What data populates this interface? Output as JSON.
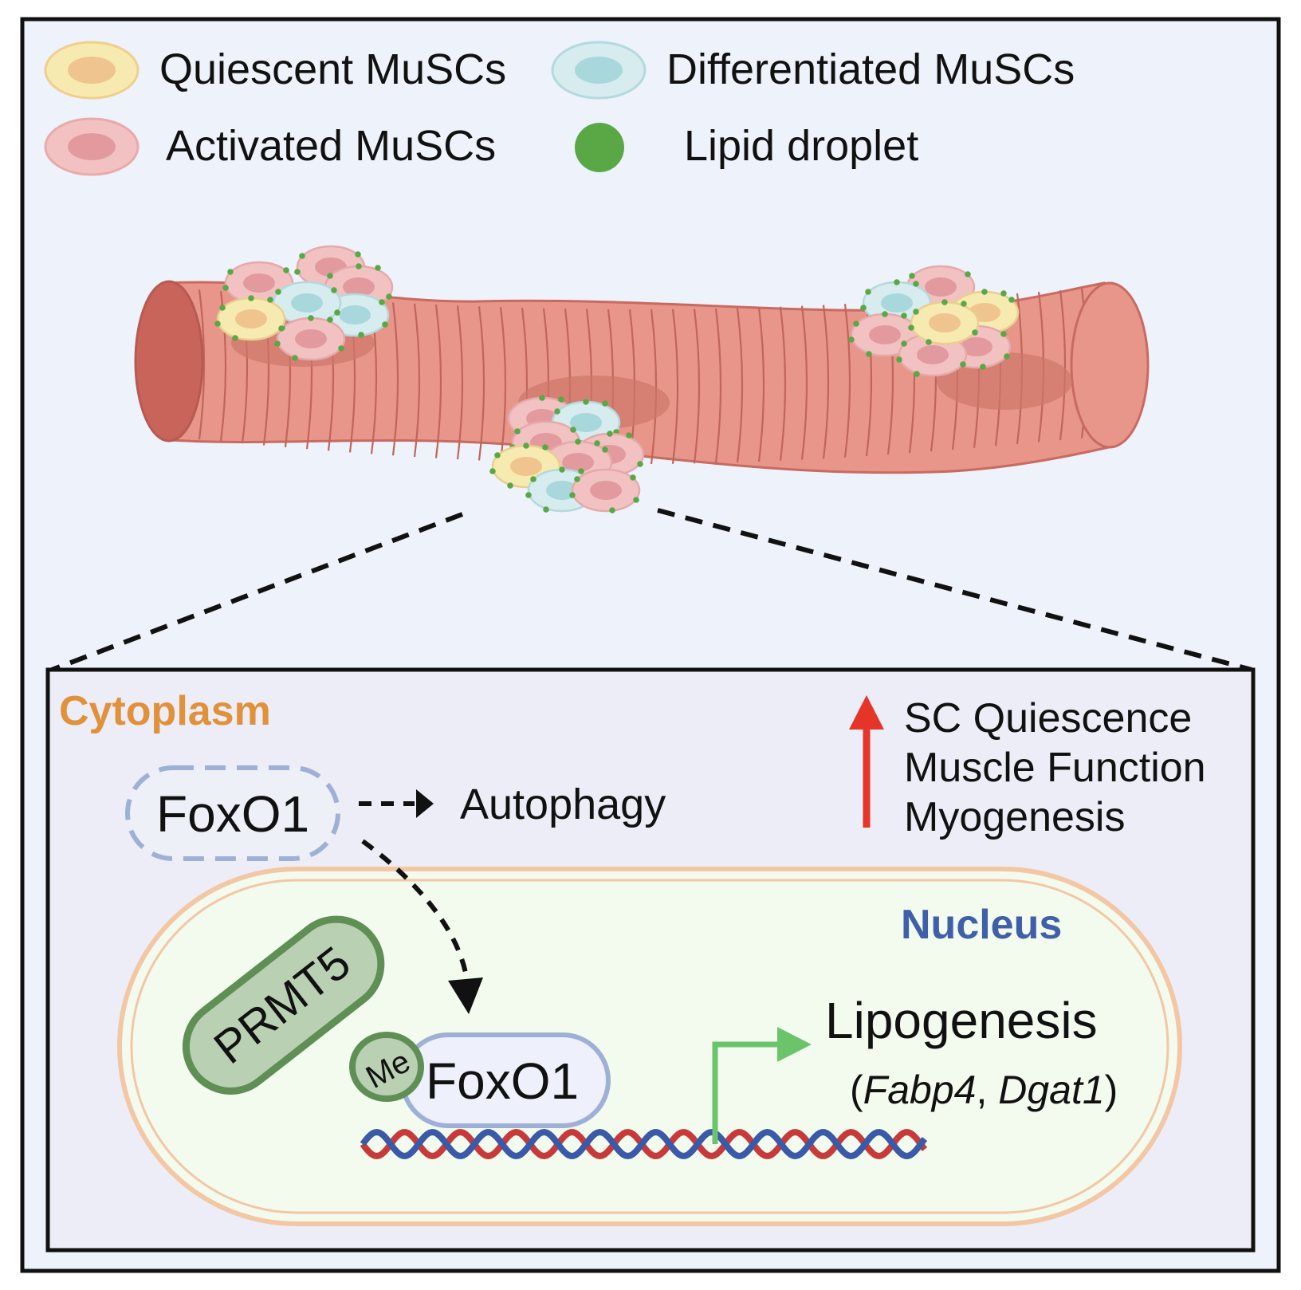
{
  "legend": {
    "quiescent": "Quiescent MuSCs",
    "differentiated": "Differentiated MuSCs",
    "activated": "Activated MuSCs",
    "lipid": "Lipid droplet"
  },
  "colors": {
    "quiescent_fill": "#f7eab0",
    "quiescent_nucleus": "#efc48e",
    "differentiated_fill": "#d6ecee",
    "differentiated_nucleus": "#a8d8dc",
    "activated_fill": "#f2c2c2",
    "activated_nucleus": "#e29a9e",
    "lipid": "#5aa845",
    "muscle": "#e8968a",
    "cytoplasm_label": "#e0913a",
    "nucleus_label": "#3f60a8",
    "up_arrow": "#e53528",
    "promoter_arrow": "#6cc46a"
  },
  "cell": {
    "cytoplasm_label": "Cytoplasm",
    "nucleus_label": "Nucleus",
    "foxo1_cytoplasm": "FoxO1",
    "autophagy": "Autophagy",
    "prmt5": "PRMT5",
    "me": "Me",
    "foxo1_nucleus": "FoxO1",
    "lipogenesis": "Lipogenesis",
    "genes_open": "(",
    "gene1": "Fabp4",
    "gene_sep": ", ",
    "gene2": "Dgat1",
    "genes_close": ")"
  },
  "outcomes": [
    "SC Quiescence",
    "Muscle Function",
    "Myogenesis"
  ]
}
